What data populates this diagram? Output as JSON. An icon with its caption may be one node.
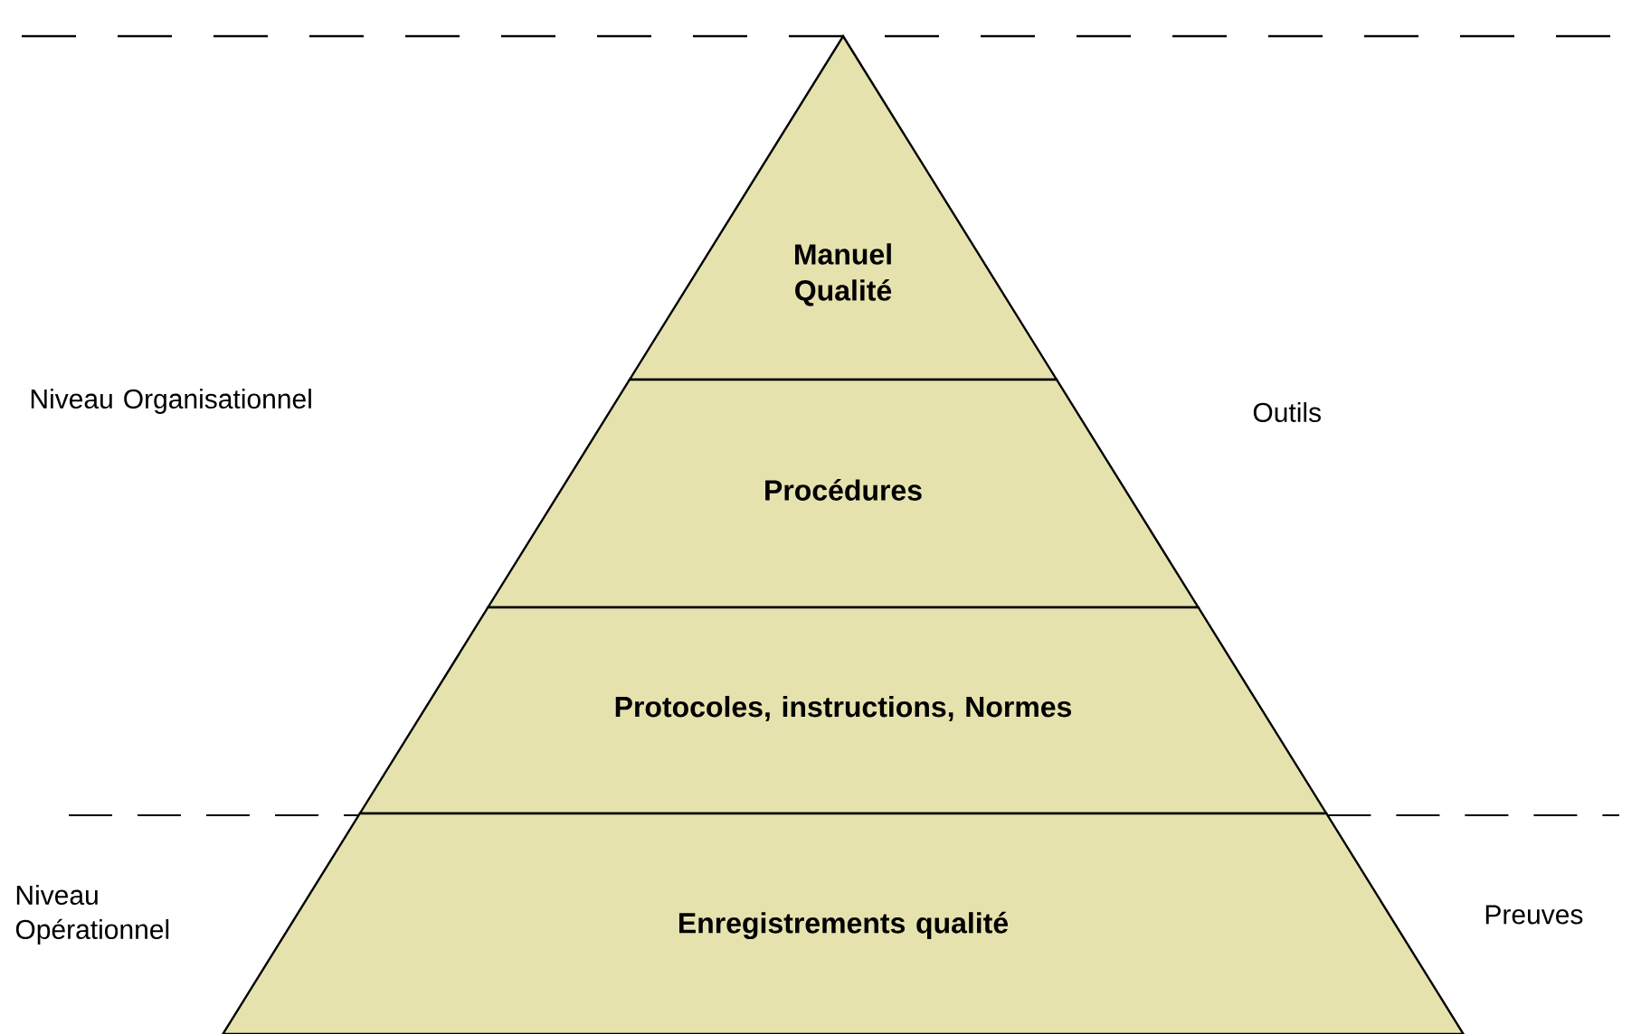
{
  "diagram": {
    "nodes": [
      {
        "text": [
          "Manuel Qualité"
        ]
      },
      {
        "text": [
          "Procédures"
        ]
      },
      {
        "text": [
          "Protocoles, instructions, Normes"
        ]
      },
      {
        "text": [
          "Enregistrements qualité"
        ]
      }
    ],
    "labels": [
      "Niveau Organisationnel",
      "Outils",
      "Niveau Opérationnel",
      "Preuves"
    ]
  }
}
